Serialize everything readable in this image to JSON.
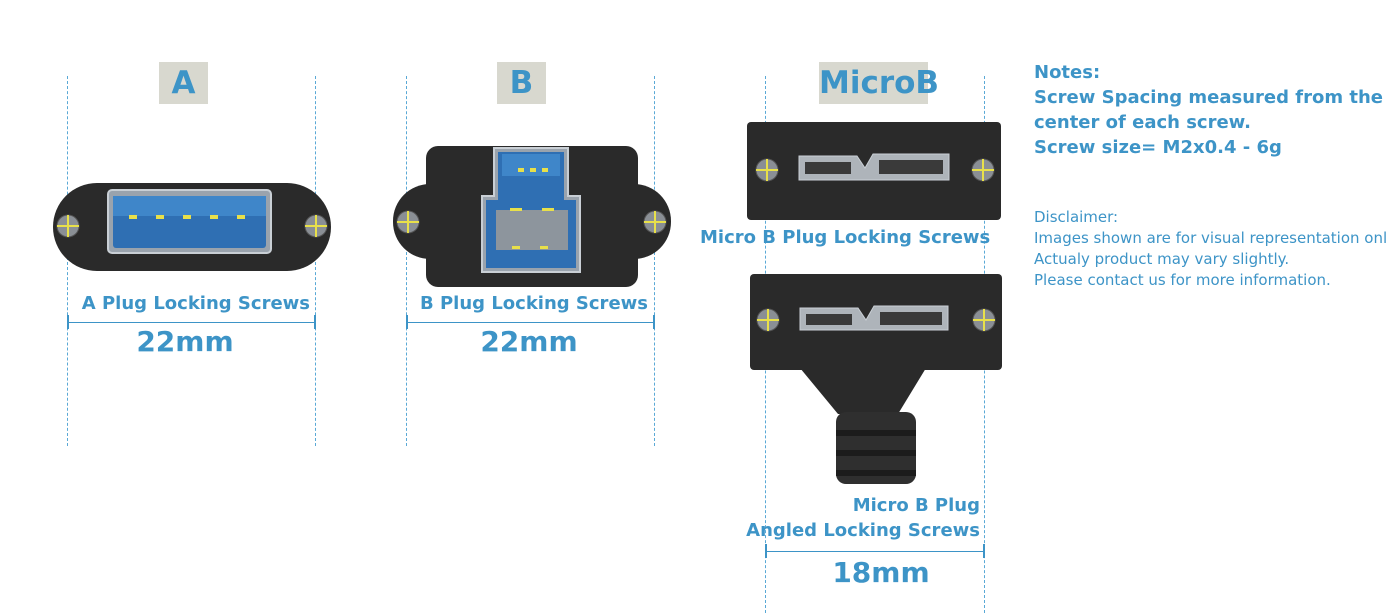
{
  "sections": [
    {
      "badge": "A",
      "caption": "A Plug Locking Screws",
      "dimension": "22mm"
    },
    {
      "badge": "B",
      "caption": "B Plug Locking Screws",
      "dimension": "22mm"
    },
    {
      "badge": "MicroB",
      "caption": "Micro B Plug Locking Screws",
      "caption_line1": "Micro B Plug",
      "caption_line2": "Angled Locking Screws",
      "dimension": "18mm"
    }
  ],
  "notes": {
    "title": "Notes:",
    "lines": [
      "Screw Spacing measured from the",
      "center of each screw.",
      "Screw size= M2x0.4 - 6g"
    ]
  },
  "disclaimer": {
    "title": "Disclaimer:",
    "lines": [
      "Images shown are for visual representation only.",
      "Actualy product may vary slightly.",
      "Please contact us for more information."
    ]
  },
  "colors": {
    "accent": "#3d94c7",
    "badge_bg": "#d8d8cf",
    "housing": "#2a2a2a",
    "usb_blue": "#2f6fb3",
    "screw_mark": "#e8e04a"
  }
}
